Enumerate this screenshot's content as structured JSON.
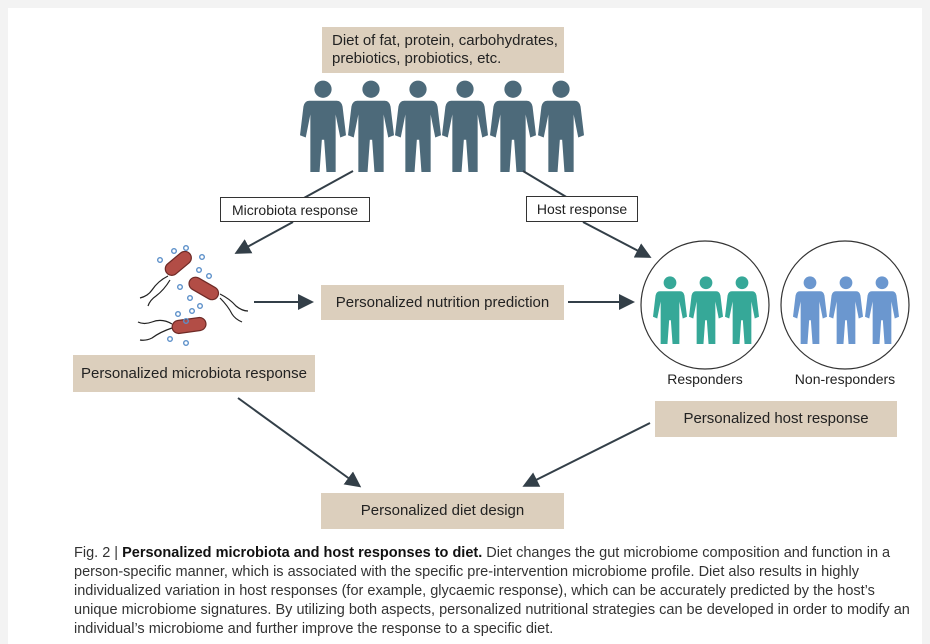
{
  "diet_box": {
    "line1": "Diet of fat, protein, carbohydrates,",
    "line2": "prebiotics, probiotics, etc."
  },
  "labels": {
    "microbiota_response": "Microbiota response",
    "host_response": "Host response"
  },
  "boxes": {
    "nutrition_prediction": "Personalized nutrition prediction",
    "microbiota_response": "Personalized microbiota response",
    "host_response": "Personalized host response",
    "diet_design": "Personalized diet design"
  },
  "groups": {
    "responders": "Responders",
    "non_responders": "Non-responders"
  },
  "colors": {
    "people_gray": "#4d6a7a",
    "responders": "#36a898",
    "non_responders": "#6b97cf",
    "bacteria": "#b24d46",
    "dots": "#5b8fc9",
    "box_fill": "#dccfbd",
    "arrow": "#333f48"
  },
  "icons": {
    "person": "person-icon",
    "bacterium": "bacterium-icon"
  },
  "caption": {
    "prefix": "Fig. 2 | ",
    "title": "Personalized microbiota and host responses to diet.",
    "body": " Diet changes the gut microbiome composition and function in a person-specific manner, which is associated with the specific pre-intervention microbiome profile. Diet also results in highly individualized variation in host responses (for example, glycaemic response), which can be accurately predicted by the host’s unique microbiome signatures. By utilizing both aspects, personalized nutritional strategies can be developed in order to modify an individual’s microbiome and further improve the response to a specific diet."
  }
}
